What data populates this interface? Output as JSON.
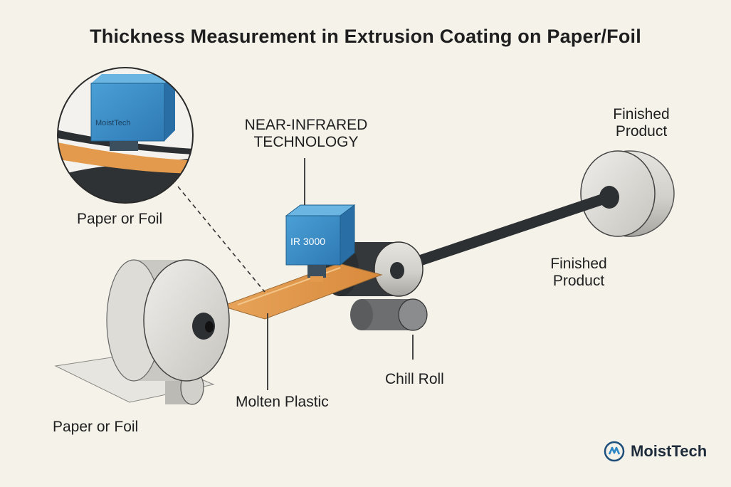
{
  "title": "Thickness Measurement in Extrusion Coating on Paper/Foil",
  "labels": {
    "inset_paper": "Paper or Foil",
    "nir_line1": "NEAR-INFRARED",
    "nir_line2": "TECHNOLOGY",
    "finished_top_line1": "Finished",
    "finished_top_line2": "Product",
    "finished_mid_line1": "Finished",
    "finished_mid_line2": "Product",
    "molten_plastic": "Molten Plastic",
    "chill_roll": "Chill Roll",
    "paper_bottom": "Paper or Foil"
  },
  "sensor": {
    "model_label": "IR 3000",
    "inset_brand": "MoistTech"
  },
  "brand": {
    "name": "MoistTech"
  },
  "icons": {
    "brand": "moisttech-logo-icon"
  },
  "colors": {
    "background": "#f5f2ea",
    "sensor_blue": "#3f90c8",
    "plastic_orange": "#e09a4c",
    "roll_gray": "#d8d6d0",
    "shaft_dark": "#2c3033"
  }
}
